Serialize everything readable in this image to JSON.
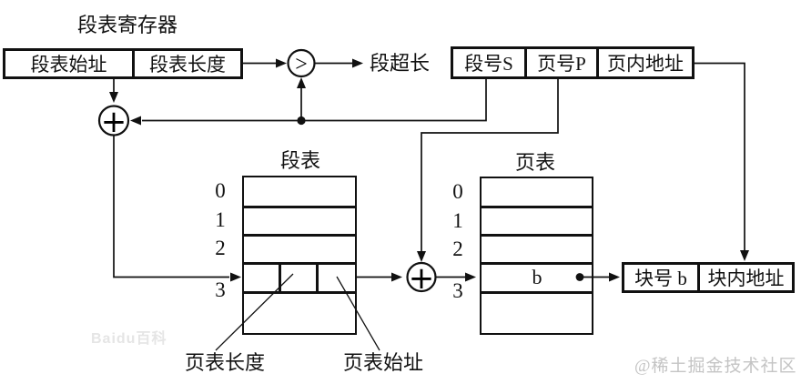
{
  "colors": {
    "line": "#111111",
    "background": "#ffffff",
    "watermark_left": "#e5e5e5",
    "watermark_right": "#c4c4c4"
  },
  "segment_register": {
    "title": "段表寄存器",
    "cells": [
      "段表始址",
      "段表长度"
    ]
  },
  "comparator": {
    "symbol": ">",
    "output_label": "段超长"
  },
  "adder_symbol": "+",
  "logical_address": {
    "cells": [
      "段号S",
      "页号P",
      "页内地址"
    ]
  },
  "segment_table": {
    "title": "段表",
    "row_labels": [
      "0",
      "1",
      "2",
      "3"
    ],
    "entry_labels": {
      "page_table_length": "页表长度",
      "page_table_start": "页表始址"
    }
  },
  "page_table": {
    "title": "页表",
    "row_labels": [
      "0",
      "1",
      "2",
      "3"
    ],
    "entry_value": "b"
  },
  "physical_address": {
    "cells": [
      "块号 b",
      "块内地址"
    ]
  },
  "watermarks": {
    "left": "Baidu百科",
    "right": "@稀土掘金技术社区"
  }
}
